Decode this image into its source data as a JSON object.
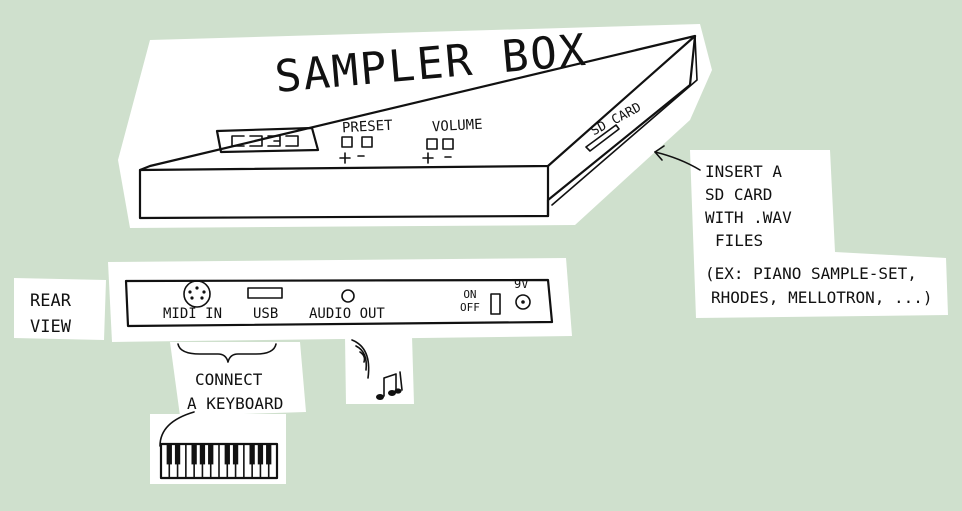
{
  "device": {
    "title": "SAMPLER BOX",
    "preset_label": "PRESET",
    "volume_label": "VOLUME",
    "sd_card_label": "SD CARD"
  },
  "callout": {
    "insert_lines": [
      "INSERT A",
      "SD CARD",
      "WITH .WAV",
      "FILES"
    ],
    "example_lines": [
      "(EX: PIANO SAMPLE-SET,",
      "RHODES, MELLOTRON, ...)"
    ]
  },
  "rear_panel": {
    "view_lines": [
      "REAR",
      "VIEW"
    ],
    "midi_label": "MIDI IN",
    "usb_label": "USB",
    "audio_label": "AUDIO OUT",
    "switch_lines": [
      "ON",
      "OFF"
    ],
    "power_label": "9V"
  },
  "connect_lines": [
    "CONNECT",
    "A KEYBOARD"
  ],
  "icons": [
    "seven-segment-display-icon",
    "plus-icon",
    "minus-icon",
    "midi-din-port-icon",
    "usb-port-icon",
    "audio-jack-icon",
    "power-switch-icon",
    "dc-power-jack-icon",
    "curly-brace-icon",
    "keyboard-icon",
    "sound-waves-icon",
    "music-notes-icon",
    "arrow-icon"
  ],
  "colors": {
    "background": "#cfe0cd",
    "ink": "#111111"
  }
}
